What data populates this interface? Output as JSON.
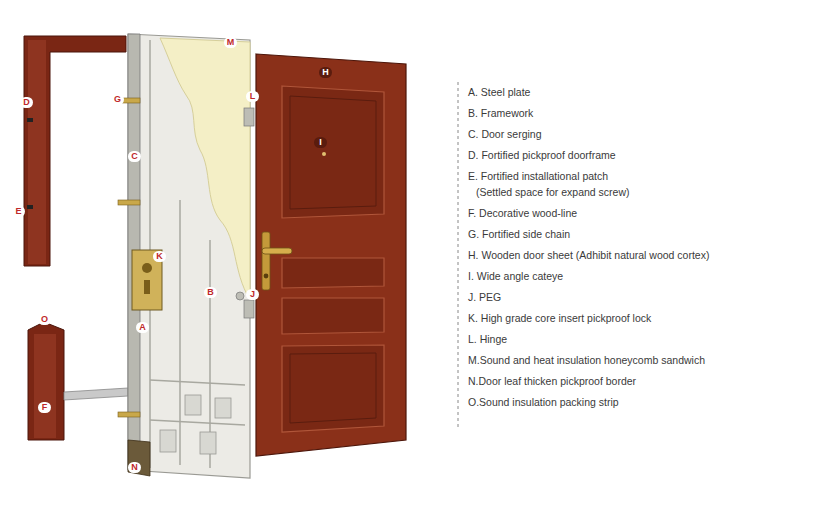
{
  "diagram": {
    "labels": [
      "D",
      "G",
      "C",
      "E",
      "M",
      "L",
      "H",
      "I",
      "K",
      "B",
      "J",
      "A",
      "O",
      "F",
      "N",
      "A. Steel plate",
      "B. Framework",
      "C. Door serging",
      "D. Fortified pickproof doorframe",
      "E. Fortified installational patch",
      "(Settled space for expand screw)",
      "F. Decorative wood-line",
      "G. Fortified side chain",
      "H. Wooden door sheet (Adhibit natural wood cortex)",
      "I. Wide angle cateye",
      "J. PEG",
      "K. High grade core insert pickproof lock",
      "L. Hinge",
      "M.Sound and heat insulation honeycomb sandwich",
      "N.Door leaf thicken pickproof border",
      "O.Sound insulation packing strip"
    ]
  }
}
